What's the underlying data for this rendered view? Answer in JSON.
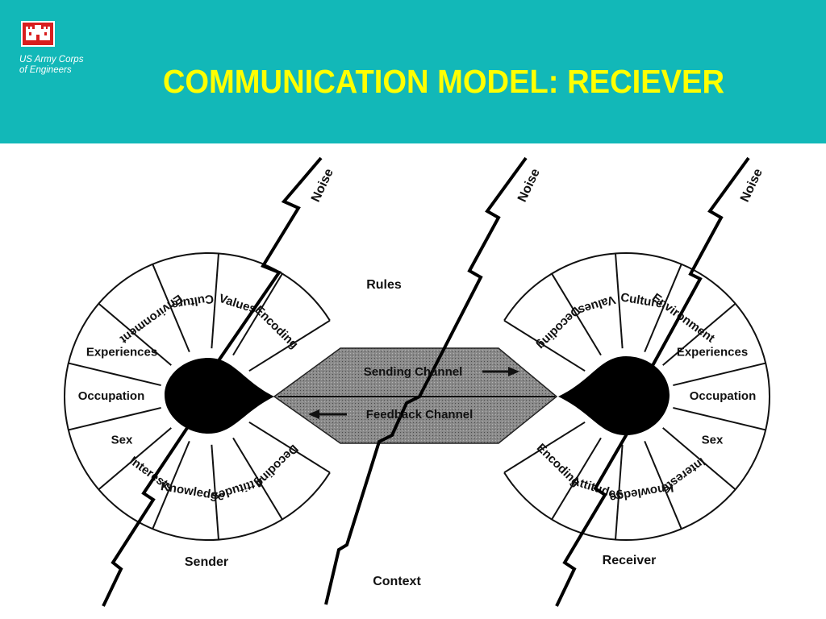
{
  "header": {
    "org_line1": "US Army Corps",
    "org_line2": "of  Engineers",
    "title": "COMMUNICATION MODEL: RECIEVER"
  },
  "colors": {
    "header_bg": "#12b8b8",
    "title": "#ffff00",
    "logo_red": "#d81e1e"
  },
  "icons": {
    "logo": "castle-icon"
  },
  "diagram": {
    "noise_label": "Noise",
    "rules_label": "Rules",
    "context_label": "Context",
    "sending_channel": "Sending Channel",
    "feedback_channel": "Feedback Channel",
    "sender": {
      "label": "Sender",
      "segments": [
        "Culture",
        "Values",
        "Encoding",
        "Decoding",
        "Attitudes",
        "Knowledge",
        "Interests",
        "Sex",
        "Occupation",
        "Experiences",
        "Environment"
      ]
    },
    "receiver": {
      "label": "Receiver",
      "segments": [
        "Culture",
        "Environment",
        "Experiences",
        "Occupation",
        "Sex",
        "Interests",
        "Knowledge",
        "Attitudes",
        "Encoding",
        "Decoding",
        "Values"
      ]
    }
  }
}
